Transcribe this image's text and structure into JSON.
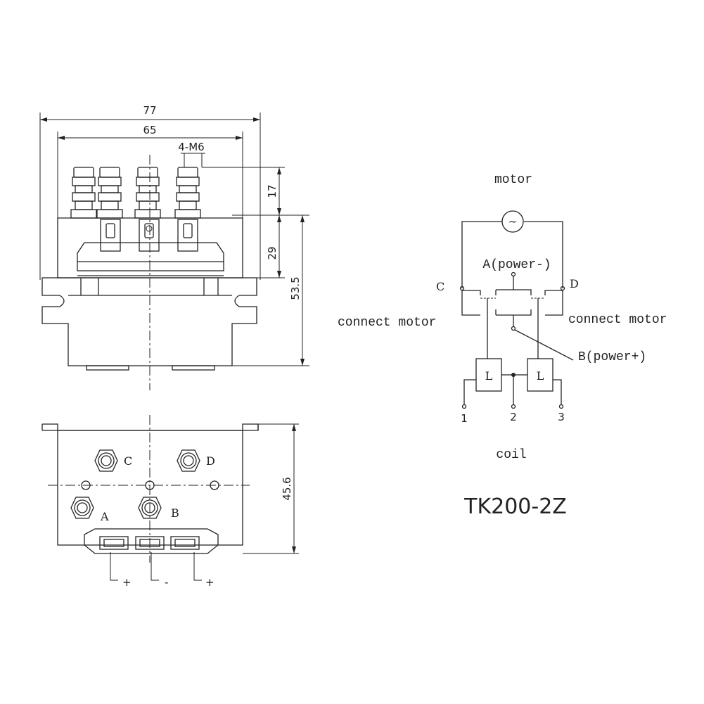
{
  "dimensions": {
    "top_width_outer": "77",
    "top_width_inner": "65",
    "stud_thread": "4-M6",
    "stud_height": "17",
    "body_height": "29",
    "total_height": "53.5",
    "bottom_depth": "45.6"
  },
  "bottom_view": {
    "terminal_c": "C",
    "terminal_d": "D",
    "terminal_a": "A",
    "terminal_b": "B",
    "pin_left": "+",
    "pin_mid": "-",
    "pin_right": "+"
  },
  "schematic": {
    "motor_label": "motor",
    "motor_symbol": "~",
    "a_label": "A(power-)",
    "b_label": "B(power+)",
    "c_label": "C",
    "d_label": "D",
    "connect_left": "connect motor",
    "connect_right": "connect motor",
    "coil_left": "L",
    "coil_right": "L",
    "pin_1": "1",
    "pin_2": "2",
    "pin_3": "3",
    "coil_label": "coil"
  },
  "model": "TK200-2Z"
}
